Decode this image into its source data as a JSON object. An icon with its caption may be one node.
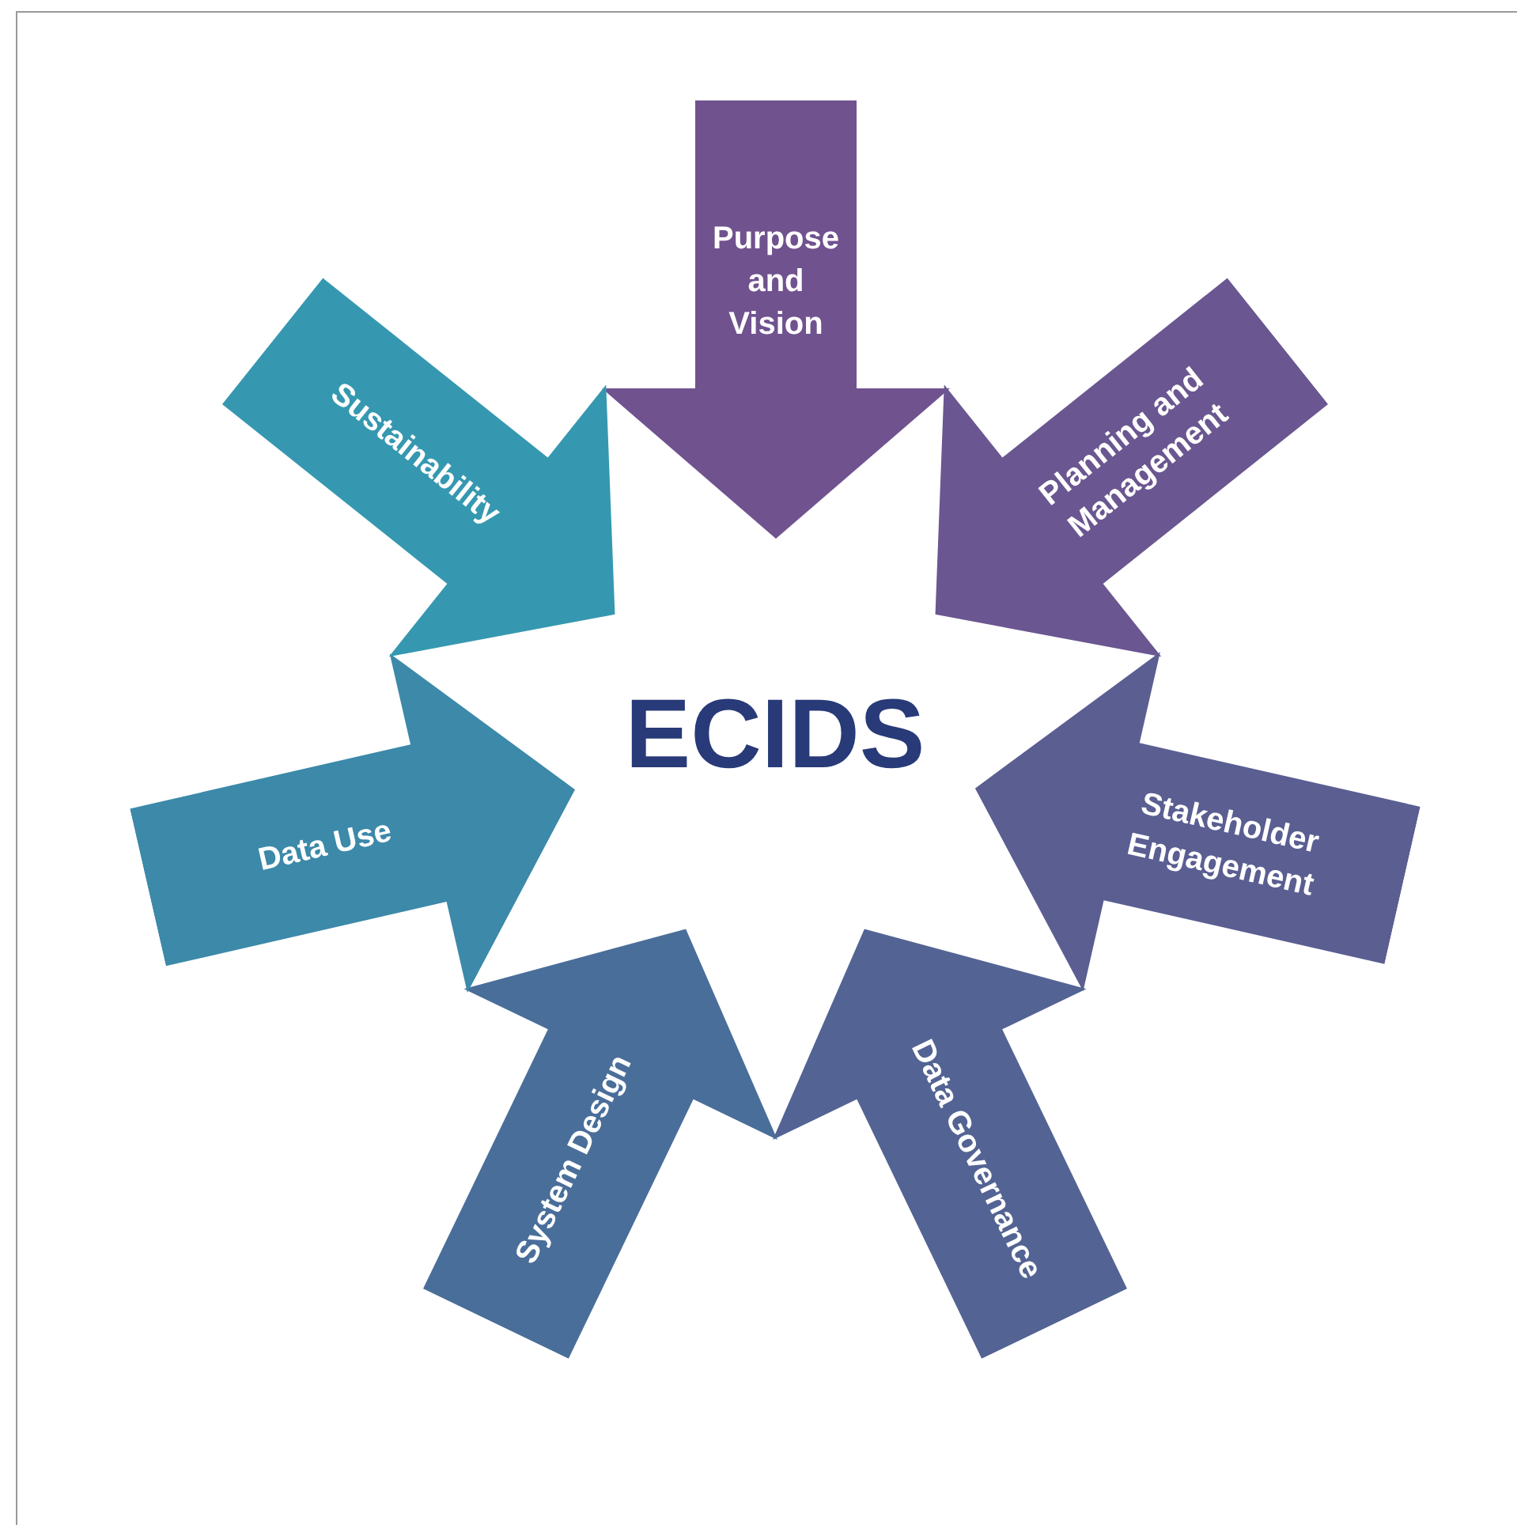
{
  "diagram": {
    "nodes": [
      {
        "text": [
          "ECIDS"
        ]
      },
      {
        "text": [
          "Purpose and Vision"
        ]
      },
      {
        "text": [
          "Planning and Management"
        ]
      },
      {
        "text": [
          "Stakeholder Engagement"
        ]
      },
      {
        "text": [
          "Data Governance"
        ]
      },
      {
        "text": [
          "System Design"
        ]
      },
      {
        "text": [
          "Data Use"
        ]
      },
      {
        "text": [
          "Sustainability"
        ]
      }
    ]
  }
}
